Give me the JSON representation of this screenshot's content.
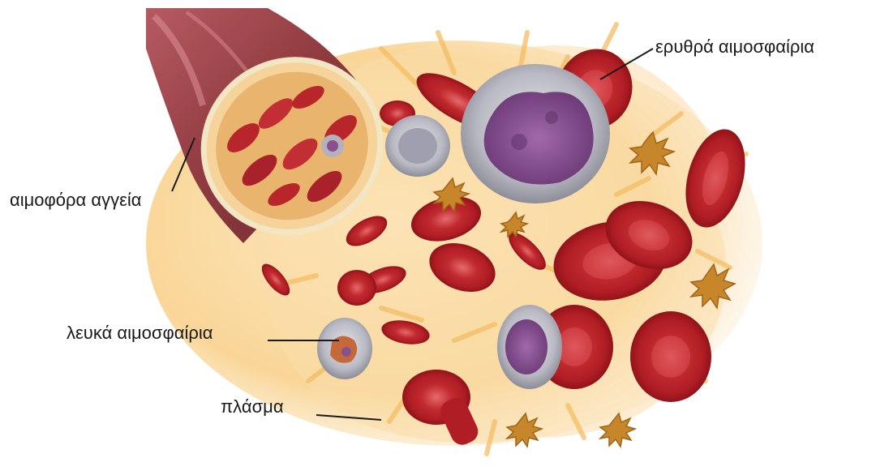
{
  "labels": {
    "red_cells": "ερυθρά αιμοσφαίρια",
    "vessels": "αιμοφόρα αγγεία",
    "white_cells": "λευκά αιμοσφαίρια",
    "plasma": "πλάσμα"
  },
  "colors": {
    "vessel_wall": "#8e3a3f",
    "plasma": "#f7c97a",
    "red_cell": "#c4262c",
    "red_cell_center": "#e7686a",
    "white_cell": "#b8b8c0",
    "white_cell_nucleus": "#8a4f8e",
    "platelet": "#c8862a"
  }
}
